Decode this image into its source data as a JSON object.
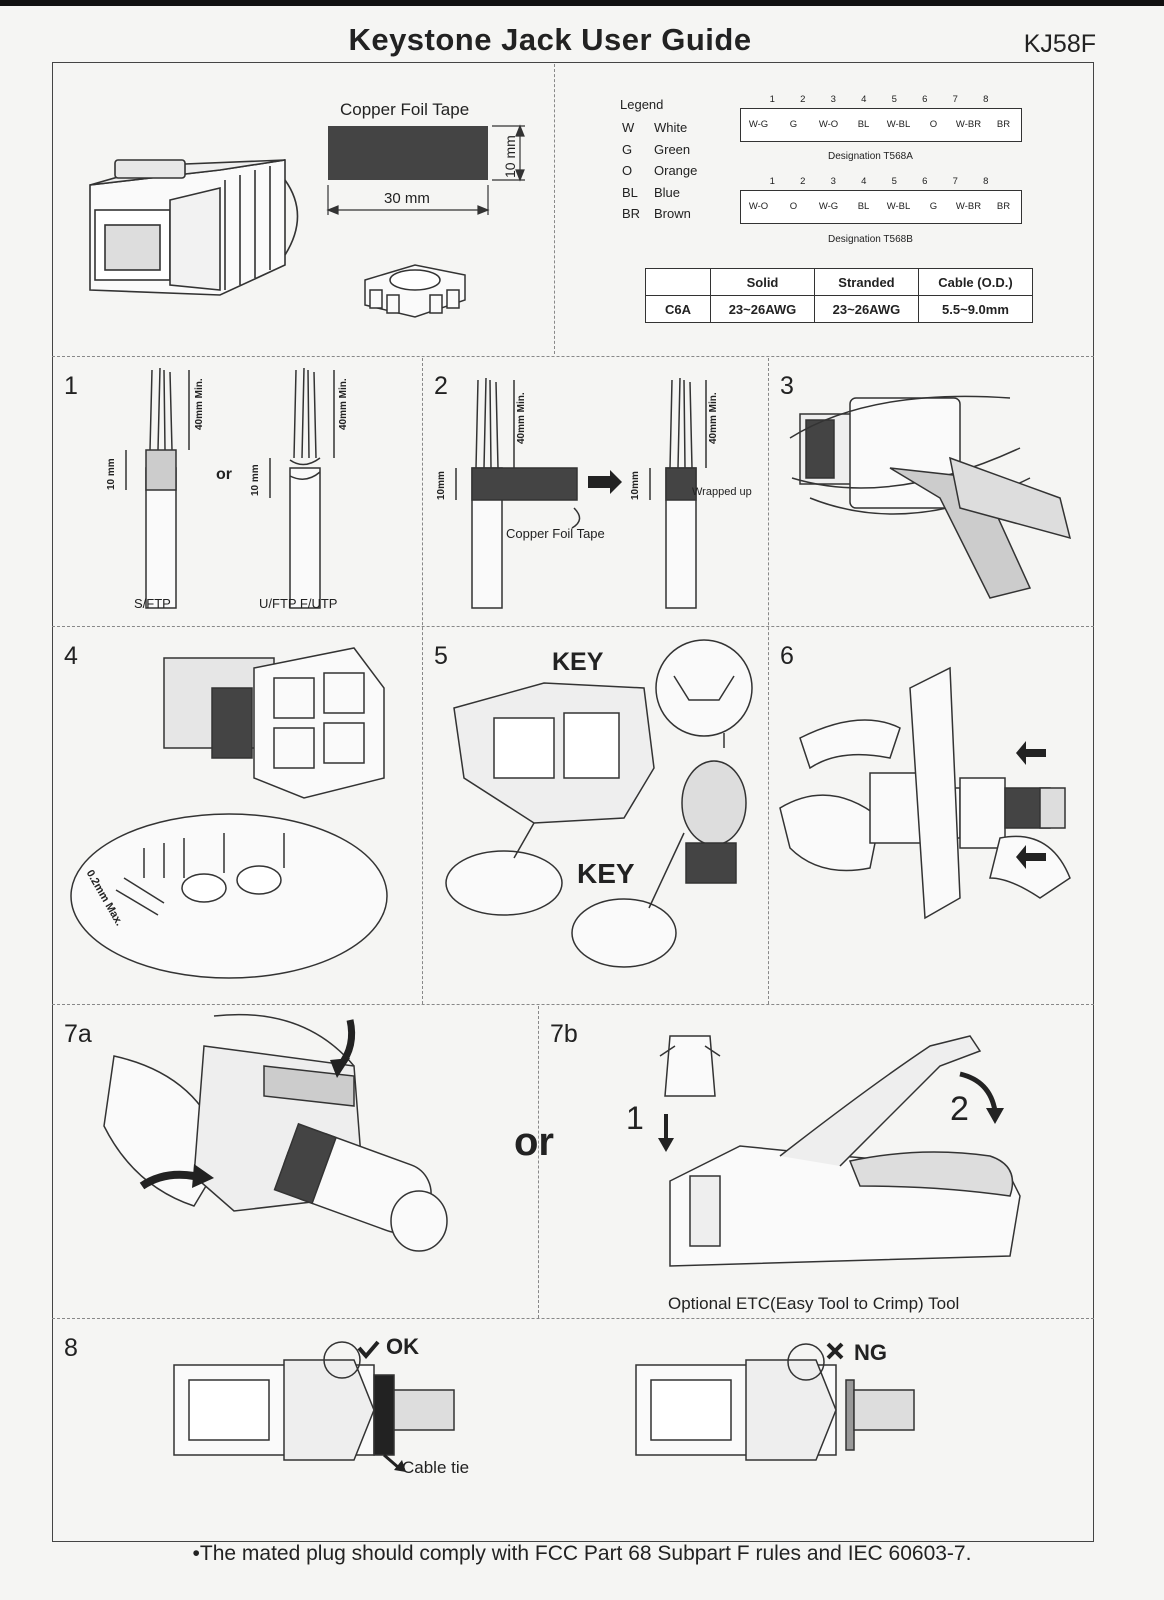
{
  "header": {
    "title": "Keystone Jack User Guide",
    "model": "KJ58F"
  },
  "overview": {
    "tape_label": "Copper Foil Tape",
    "tape_width": "30 mm",
    "tape_height": "10 mm",
    "legend_title": "Legend",
    "legend": [
      {
        "code": "W",
        "color": "White"
      },
      {
        "code": "G",
        "color": "Green"
      },
      {
        "code": "O",
        "color": "Orange"
      },
      {
        "code": "BL",
        "color": "Blue"
      },
      {
        "code": "BR",
        "color": "Brown"
      }
    ],
    "pin_numbers": [
      "1",
      "2",
      "3",
      "4",
      "5",
      "6",
      "7",
      "8"
    ],
    "t568a": {
      "pins": [
        "W-G",
        "G",
        "W-O",
        "BL",
        "W-BL",
        "O",
        "W-BR",
        "BR"
      ],
      "label": "Designation T568A"
    },
    "t568b": {
      "pins": [
        "W-O",
        "O",
        "W-G",
        "BL",
        "W-BL",
        "G",
        "W-BR",
        "BR"
      ],
      "label": "Designation T568B"
    },
    "spec_table": {
      "headers": [
        "",
        "Solid",
        "Stranded",
        "Cable (O.D.)"
      ],
      "row": [
        "C6A",
        "23~26AWG",
        "23~26AWG",
        "5.5~9.0mm"
      ]
    }
  },
  "steps": {
    "s1": {
      "num": "1",
      "len_min": "40mm Min.",
      "len_10": "10 mm",
      "or": "or",
      "label_a": "S/FTP",
      "label_b": "U/FTP  F/UTP"
    },
    "s2": {
      "num": "2",
      "len_min": "40mm Min.",
      "len_10": "10mm",
      "tape": "Copper Foil Tape",
      "wrapped": "Wrapped up"
    },
    "s3": {
      "num": "3"
    },
    "s4": {
      "num": "4",
      "gap": "0.2mm Max."
    },
    "s5": {
      "num": "5",
      "key_a": "KEY",
      "key_b": "KEY"
    },
    "s6": {
      "num": "6"
    },
    "s7a": {
      "num": "7a"
    },
    "or_word": "or",
    "s7b": {
      "num": "7b",
      "arrow1": "1",
      "arrow2": "2",
      "caption": "Optional ETC(Easy Tool to Crimp) Tool"
    },
    "s8": {
      "num": "8",
      "ok": "OK",
      "ng": "NG",
      "cable_tie": "Cable tie"
    }
  },
  "footer": "•The mated plug should comply with FCC Part 68 Subpart F rules and IEC 60603-7."
}
